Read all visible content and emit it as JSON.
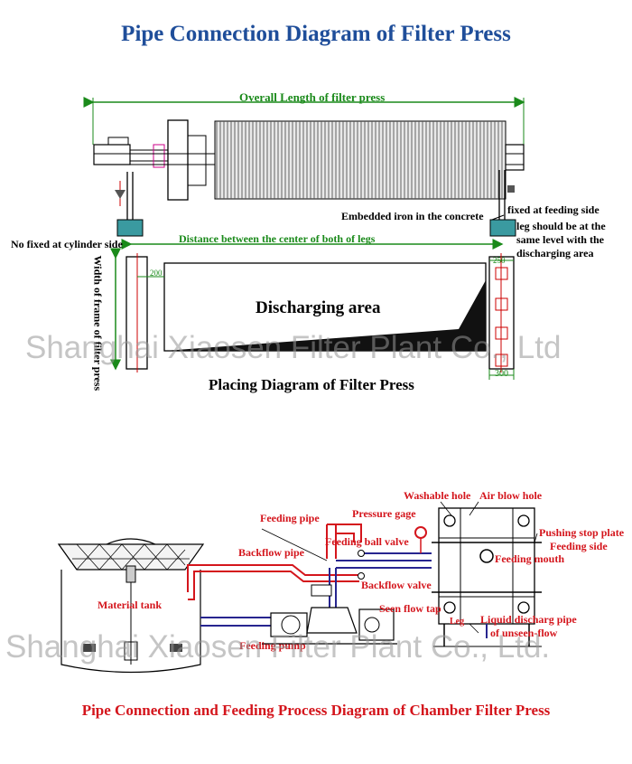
{
  "title": "Pipe Connection Diagram of Filter Press",
  "top_diagram": {
    "overall_length": "Overall Length of filter press",
    "embedded_iron": "Embedded iron in the concrete",
    "fixed_feeding_side": "fixed at feeding side",
    "leg_level_1": "leg should be at the",
    "leg_level_2": "same level with the",
    "leg_level_3": "discharging area",
    "no_fixed": "No fixed at cylinder side",
    "distance_legs": "Distance between the center of both of legs",
    "width_frame": "Width of frame of filter press",
    "dim_200": "200",
    "dim_250": "250",
    "dim_300": "300",
    "discharging_area": "Discharging area",
    "placing_diagram": "Placing Diagram of Filter Press"
  },
  "watermark": "Shanghai Xiaosen Filter Plant Co., Ltd",
  "watermark_2": "Shanghai Xiaosen Filter Plant Co., Ltd.",
  "bottom_diagram": {
    "washable_hole": "Washable hole",
    "air_blow_hole": "Air blow hole",
    "pressure_gage": "Pressure gage",
    "feeding_pipe": "Feeding pipe",
    "pushing_stop_plate": "Pushing stop plate",
    "feeding_side": "Feeding side",
    "feeding_ball_valve": "Feeding ball valve",
    "backflow_pipe": "Backflow pipe",
    "feeding_mouth": "Feeding mouth",
    "material_tank": "Material tank",
    "backflow_valve": "Backflow valve",
    "seen_flow_tap": "Seen flow tap",
    "leg": "Leg",
    "liquid_discharge_1": "Liquid discharg pipe",
    "liquid_discharge_2": "of unseen-flow",
    "feeding_pump": "Feeding pump"
  },
  "bottom_title": "Pipe Connection and Feeding Process Diagram of Chamber Filter Press",
  "colors": {
    "title": "#1f4e9a",
    "label_red": "#d4151c",
    "label_green": "#1a8a1a",
    "pipe_red": "#d4151c",
    "pipe_blue": "#27258f"
  }
}
